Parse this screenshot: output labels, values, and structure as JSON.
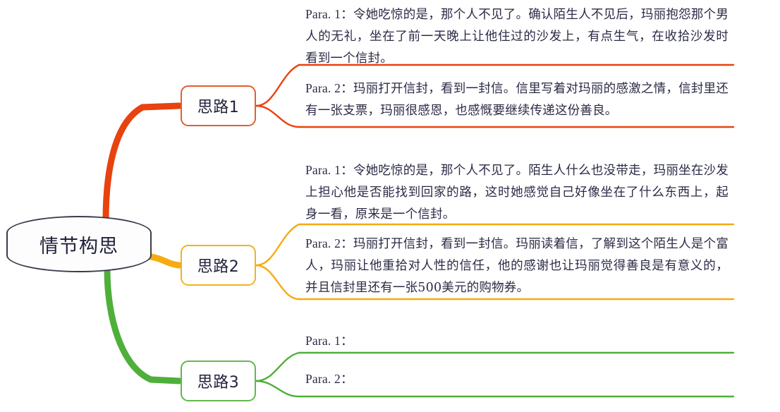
{
  "diagram": {
    "type": "mind-map",
    "root": {
      "label": "情节构思",
      "border_color": "#3b3b4d"
    },
    "branches": [
      {
        "label": "思路1",
        "color": "#e8420f",
        "node_color": "#e06030",
        "paragraphs": [
          {
            "tag": "Para. 1：",
            "text": "令她吃惊的是，那个人不见了。确认陌生人不见后，玛丽抱怨那个男人的无礼，坐在了前一天晚上让他住过的沙发上，有点生气，在收拾沙发时看到一个信封。"
          },
          {
            "tag": "Para. 2：",
            "text": "玛丽打开信封，看到一封信。信里写着对玛丽的感激之情，信封里还有一张支票，玛丽很感恩，也感慨要继续传递这份善良。"
          }
        ]
      },
      {
        "label": "思路2",
        "color": "#f5ab11",
        "node_color": "#f2b31e",
        "paragraphs": [
          {
            "tag": "Para. 1：",
            "text": "令她吃惊的是，那个人不见了。陌生人什么也没带走，玛丽坐在沙发上担心他是否能找到回家的路，这时她感觉自己好像坐在了什么东西上，起身一看，原来是一个信封。"
          },
          {
            "tag": "Para. 2：",
            "text": "玛丽打开信封，看到一封信。玛丽读着信，了解到这个陌生人是个富人，玛丽让他重拾对人性的信任，他的感谢也让玛丽觉得善良是有意义的，并且信封里还有一张500美元的购物券。"
          }
        ]
      },
      {
        "label": "思路3",
        "color": "#4eb03a",
        "node_color": "#63b84e",
        "paragraphs": [
          {
            "tag": "Para. 1：",
            "text": ""
          },
          {
            "tag": "Para. 2：",
            "text": ""
          }
        ]
      }
    ]
  }
}
